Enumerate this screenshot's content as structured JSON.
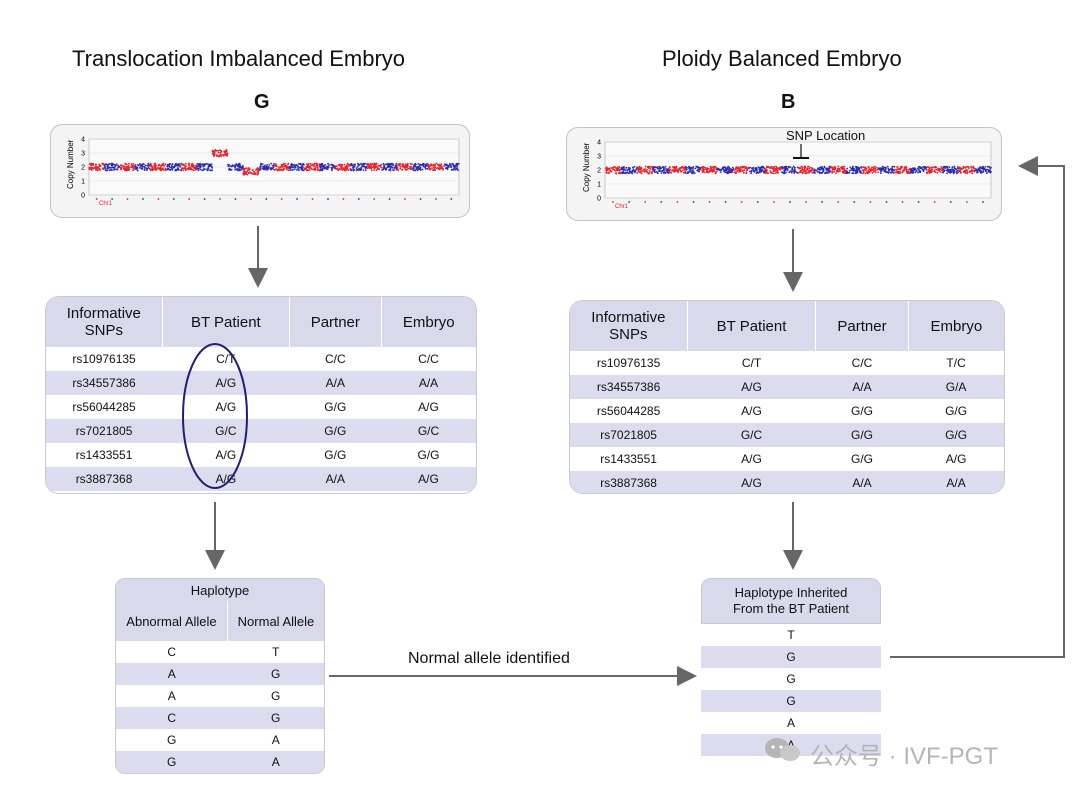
{
  "left": {
    "title": "Translocation Imbalanced Embryo",
    "letter": "G",
    "plot": {
      "ylabel": "Copy Number",
      "yticks": [
        "0",
        "1",
        "2",
        "3",
        "4"
      ],
      "first_chrom_label": "Chr1"
    },
    "table": {
      "headers": [
        "Informative SNPs",
        "BT Patient",
        "Partner",
        "Embryo"
      ],
      "rows": [
        [
          "rs10976135",
          "C/T",
          "C/C",
          "C/C"
        ],
        [
          "rs34557386",
          "A/G",
          "A/A",
          "A/A"
        ],
        [
          "rs56044285",
          "A/G",
          "G/G",
          "A/G"
        ],
        [
          "rs7021805",
          "G/C",
          "G/G",
          "G/C"
        ],
        [
          "rs1433551",
          "A/G",
          "G/G",
          "G/G"
        ],
        [
          "rs3887368",
          "A/G",
          "A/A",
          "A/G"
        ]
      ]
    },
    "haplotype": {
      "title": "Haplotype",
      "col1": "Abnormal Allele",
      "col2": "Normal Allele",
      "rows": [
        [
          "C",
          "T"
        ],
        [
          "A",
          "G"
        ],
        [
          "A",
          "G"
        ],
        [
          "C",
          "G"
        ],
        [
          "G",
          "A"
        ],
        [
          "G",
          "A"
        ]
      ]
    }
  },
  "right": {
    "title": "Ploidy Balanced Embryo",
    "letter": "B",
    "plot": {
      "ylabel": "Copy Number",
      "yticks": [
        "0",
        "1",
        "2",
        "3",
        "4"
      ],
      "first_chrom_label": "Chr1",
      "snp_label": "SNP Location"
    },
    "table": {
      "headers": [
        "Informative SNPs",
        "BT Patient",
        "Partner",
        "Embryo"
      ],
      "rows": [
        [
          "rs10976135",
          "C/T",
          "C/C",
          "T/C"
        ],
        [
          "rs34557386",
          "A/G",
          "A/A",
          "G/A"
        ],
        [
          "rs56044285",
          "A/G",
          "G/G",
          "G/G"
        ],
        [
          "rs7021805",
          "G/C",
          "G/G",
          "G/G"
        ],
        [
          "rs1433551",
          "A/G",
          "G/G",
          "A/G"
        ],
        [
          "rs3887368",
          "A/G",
          "A/A",
          "A/A"
        ]
      ]
    },
    "haplotype": {
      "title": "Haplotype Inherited From the BT Patient",
      "rows": [
        "T",
        "G",
        "G",
        "G",
        "A",
        "A"
      ]
    }
  },
  "connector_label": "Normal allele identified",
  "watermark": "公众号 · IVF-PGT",
  "colors": {
    "red": "#e8202a",
    "blue": "#2b2bb0",
    "header_fill": "#d9d9ec",
    "stripe": "#dcdcee",
    "oval": "#1f1f7a"
  }
}
